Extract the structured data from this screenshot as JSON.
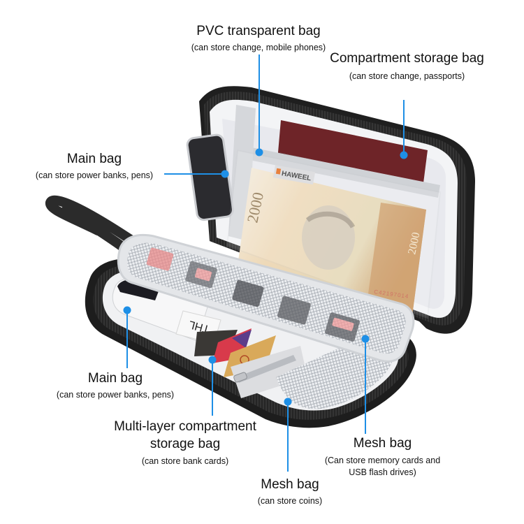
{
  "accent_color": "#1e8fe6",
  "brand_tag": "HAWEEL",
  "banknote": {
    "value": "2000",
    "serial": "C42197014"
  },
  "callouts": [
    {
      "id": "pvc",
      "title": "PVC transparent bag",
      "subtitle": "(can store change, mobile phones)"
    },
    {
      "id": "compartment",
      "title": "Compartment storage bag",
      "subtitle": "(can store change, passports)"
    },
    {
      "id": "main-top",
      "title": "Main bag",
      "subtitle": "(can store power banks, pens)"
    },
    {
      "id": "main-bottom",
      "title": "Main bag",
      "subtitle": "(can store power banks, pens)"
    },
    {
      "id": "multilayer",
      "title": "Multi-layer compartment storage bag",
      "subtitle": "(can store bank cards)"
    },
    {
      "id": "mesh-cards",
      "title": "Mesh bag",
      "subtitle": "(Can store memory cards and USB flash drives)"
    },
    {
      "id": "mesh-coins",
      "title": "Mesh bag",
      "subtitle": "(can store coins)"
    }
  ]
}
